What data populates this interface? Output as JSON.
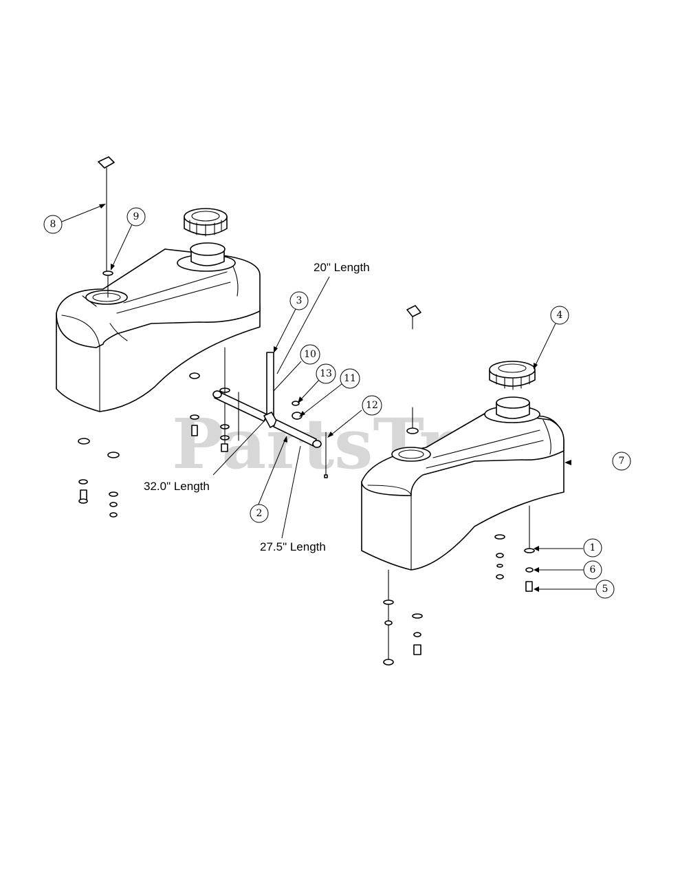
{
  "watermark": "PartsTree",
  "length_labels": {
    "hose_3": "20\" Length",
    "hose_left": "32.0\" Length",
    "hose_2": "27.5\" Length"
  },
  "callouts": {
    "c1": "1",
    "c2": "2",
    "c3": "3",
    "c4": "4",
    "c5": "5",
    "c6": "6",
    "c7": "7",
    "c8": "8",
    "c9": "9",
    "c10": "10",
    "c11": "11",
    "c12": "12",
    "c13": "13"
  }
}
